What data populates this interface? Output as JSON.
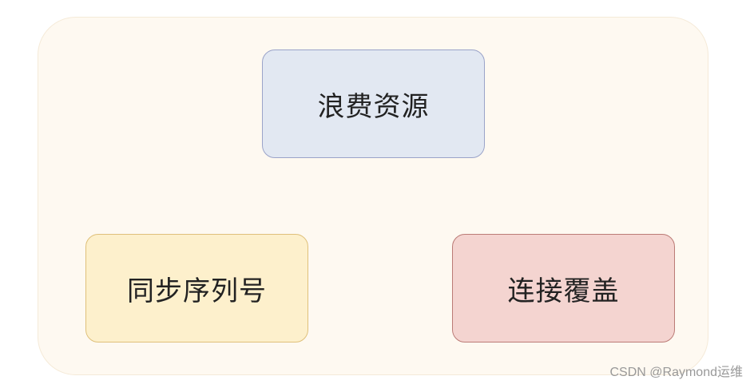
{
  "diagram": {
    "nodes": [
      {
        "id": "top",
        "label": "浪费资源",
        "fill": "#e2e8f2",
        "stroke": "#9aa3c9"
      },
      {
        "id": "left",
        "label": "同步序列号",
        "fill": "#fdf0cc",
        "stroke": "#dfc07a"
      },
      {
        "id": "right",
        "label": "连接覆盖",
        "fill": "#f4d4d0",
        "stroke": "#bb7b76"
      }
    ],
    "container_fill": "#fef9f1"
  },
  "watermark": "CSDN @Raymond运维"
}
